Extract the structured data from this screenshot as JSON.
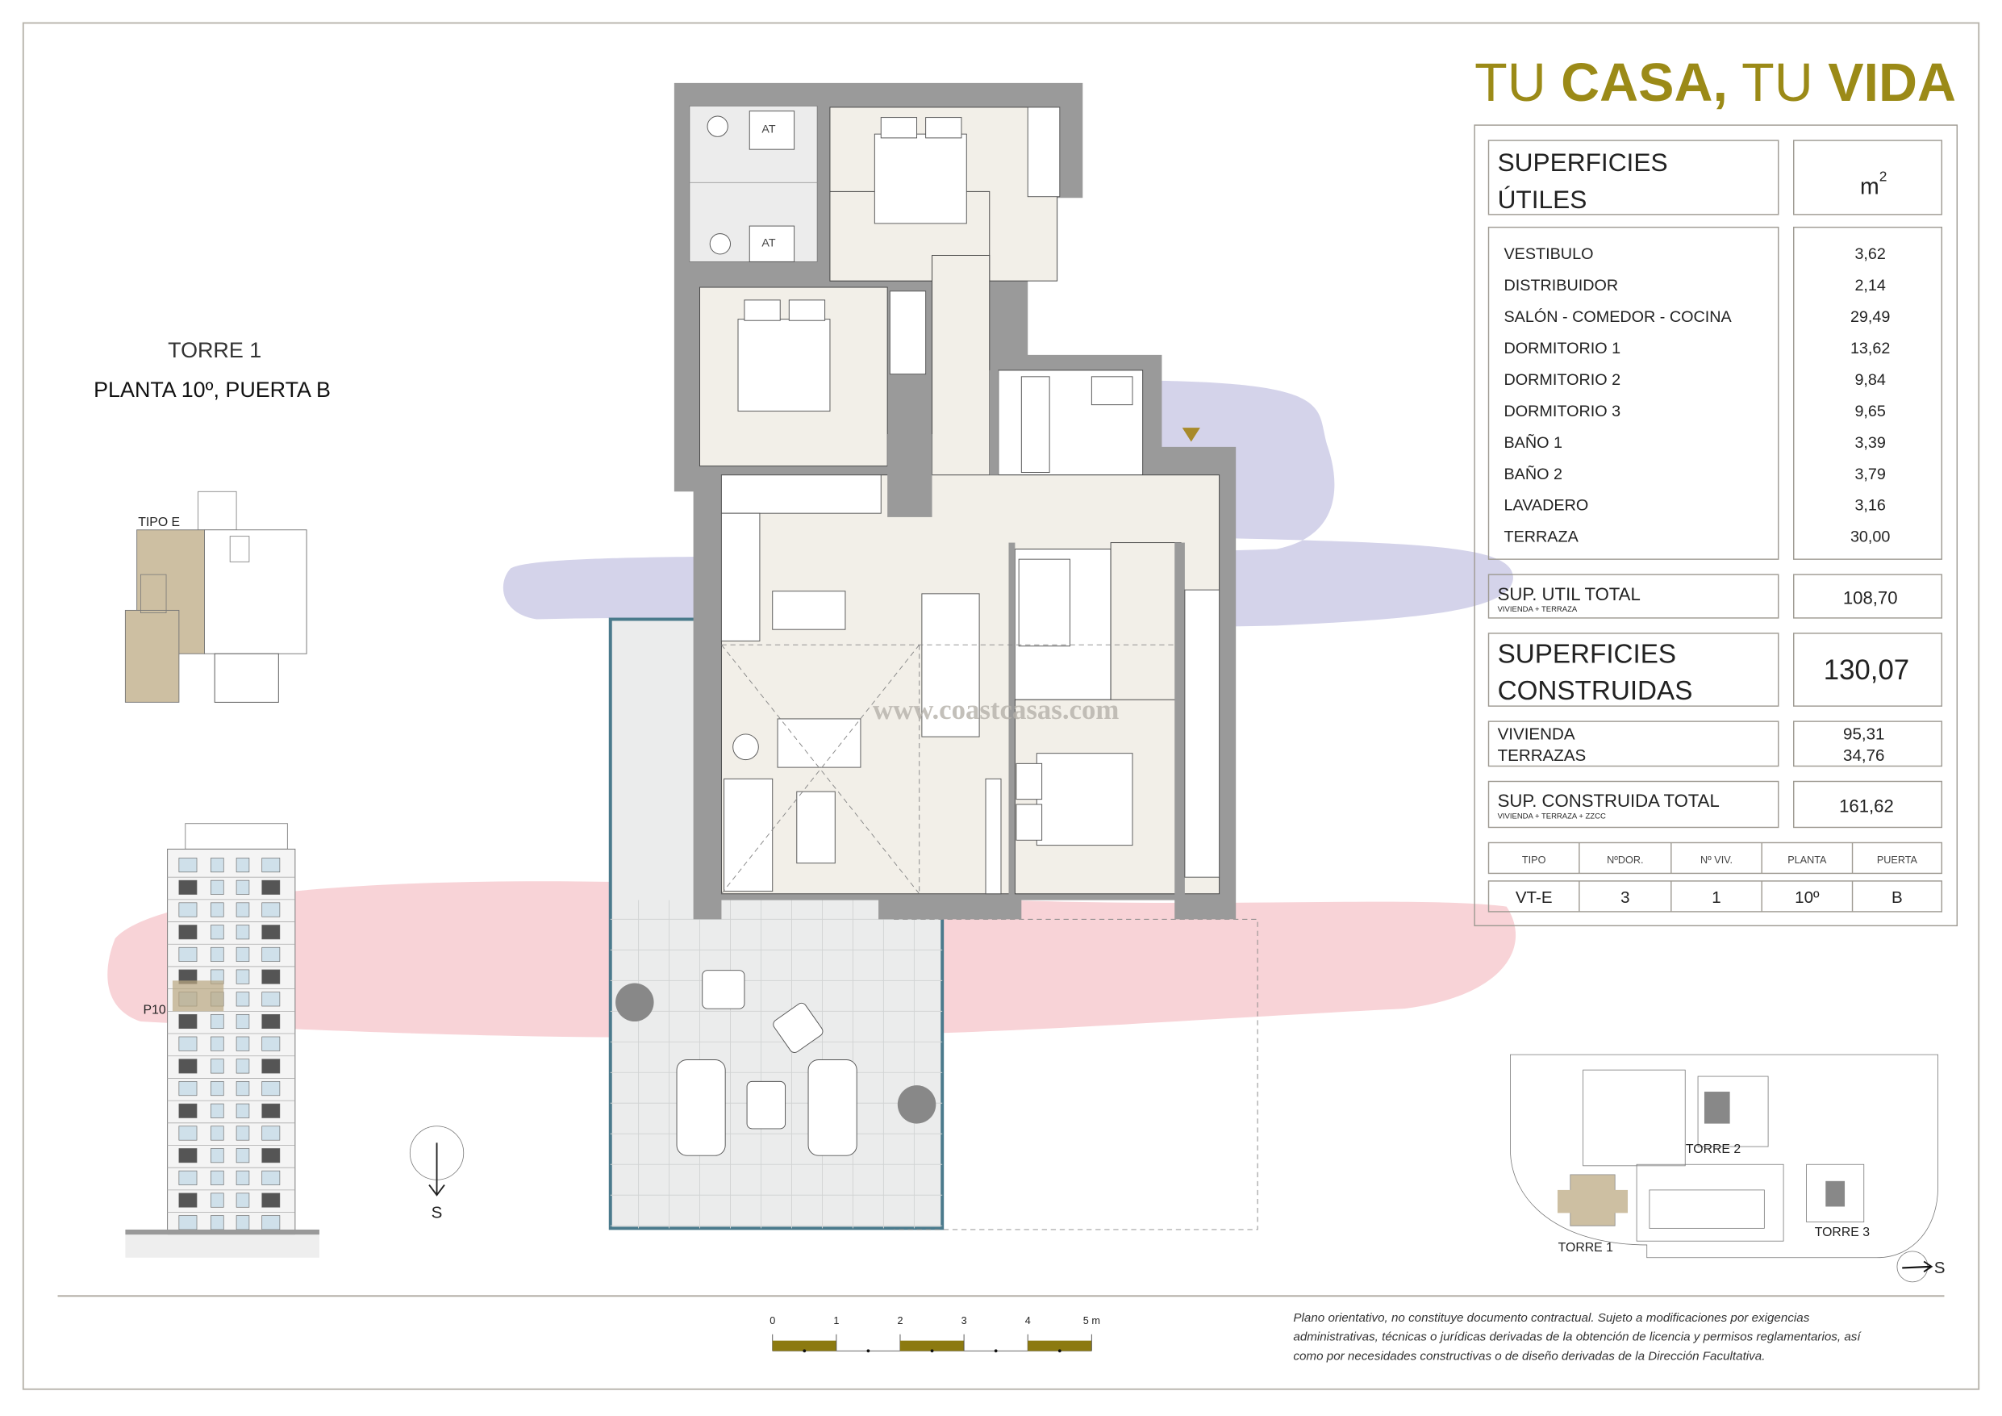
{
  "header": {
    "title_part1": "TU ",
    "title_part2": "CASA,",
    "title_part3": " TU ",
    "title_part4": "VIDA",
    "brand_color": "#9b8a17"
  },
  "location": {
    "tower": "TORRE 1",
    "floor_door": "PLANTA 10º, PUERTA B",
    "type_label": "TIPO E",
    "floor_label": "P10"
  },
  "useful_surfaces": {
    "title_line1": "SUPERFICIES",
    "title_line2": "ÚTILES",
    "unit": "m",
    "unit_exp": "2",
    "rows": [
      {
        "label": "VESTIBULO",
        "value": "3,62"
      },
      {
        "label": "DISTRIBUIDOR",
        "value": "2,14"
      },
      {
        "label": "SALÓN - COMEDOR - COCINA",
        "value": "29,49"
      },
      {
        "label": "DORMITORIO 1",
        "value": "13,62"
      },
      {
        "label": "DORMITORIO 2",
        "value": "9,84"
      },
      {
        "label": "DORMITORIO 3",
        "value": "9,65"
      },
      {
        "label": "BAÑO 1",
        "value": "3,39"
      },
      {
        "label": "BAÑO 2",
        "value": "3,79"
      },
      {
        "label": "LAVADERO",
        "value": "3,16"
      },
      {
        "label": "TERRAZA",
        "value": "30,00"
      }
    ],
    "total_label": "SUP. UTIL TOTAL",
    "total_sub": "VIVIENDA + TERRAZA",
    "total_value": "108,70"
  },
  "built_surfaces": {
    "title_line1": "SUPERFICIES",
    "title_line2": "CONSTRUIDAS",
    "value": "130,07",
    "housing_label": "VIVIENDA",
    "housing_value": "95,31",
    "terraces_label": "TERRAZAS",
    "terraces_value": "34,76",
    "total_label": "SUP. CONSTRUIDA TOTAL",
    "total_sub": "VIVIENDA + TERRAZA + ZZCC",
    "total_value": "161,62"
  },
  "info_table": {
    "headers": [
      "TIPO",
      "NºDOR.",
      "Nº VIV.",
      "PLANTA",
      "PUERTA"
    ],
    "values": [
      "VT-E",
      "3",
      "1",
      "10º",
      "B"
    ]
  },
  "plan": {
    "laundry_labels": [
      "AT",
      "AT"
    ],
    "watermark": "www.coastcasas.com",
    "north_label": "S"
  },
  "scale": {
    "labels": [
      "0",
      "1",
      "2",
      "3",
      "4",
      "5 m"
    ]
  },
  "site": {
    "towers": [
      "TORRE 1",
      "TORRE 2",
      "TORRE 3"
    ],
    "north_label": "S"
  },
  "disclaimer": {
    "line1": "Plano orientativo, no constituye documento contractual. Sujeto a modificaciones por exigencias",
    "line2": "administrativas, técnicas o jurídicas derivadas de la obtención de licencia y permisos reglamentarios, así",
    "line3": "como por necesidades constructivas o de diseño derivadas de la Dirección Facultativa."
  }
}
